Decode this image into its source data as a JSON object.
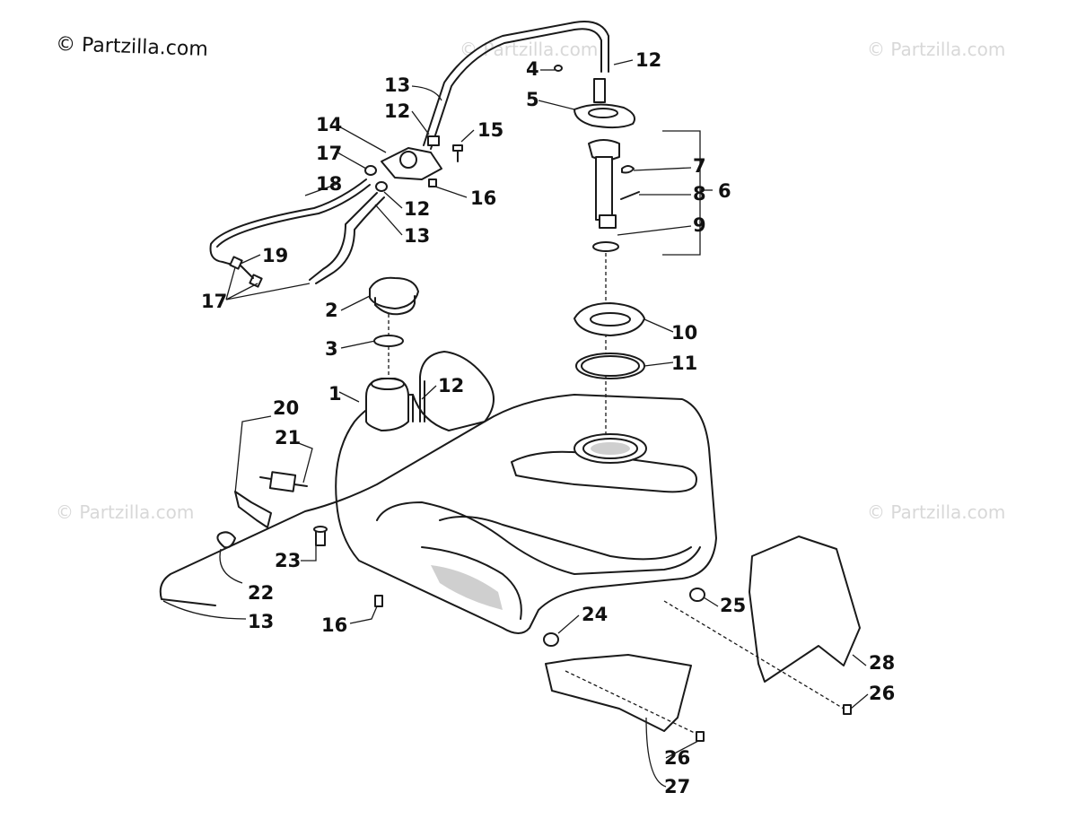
{
  "copyright": "© Partzilla.com",
  "watermark": "© Partzilla.com",
  "callouts": [
    "1",
    "2",
    "3",
    "4",
    "5",
    "6",
    "7",
    "8",
    "9",
    "10",
    "11",
    "12",
    "12",
    "12",
    "12",
    "13",
    "13",
    "13",
    "14",
    "15",
    "16",
    "16",
    "17",
    "17",
    "18",
    "19",
    "20",
    "21",
    "22",
    "23",
    "24",
    "25",
    "26",
    "26",
    "27",
    "28"
  ]
}
